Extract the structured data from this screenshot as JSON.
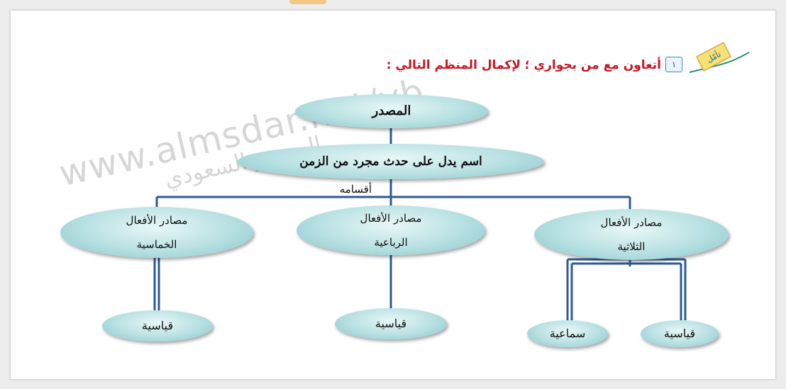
{
  "header": {
    "tag_text": "تأمّل",
    "question_number": "١",
    "instruction": "أتعاون مع من بجواري ؛ لإكمال المنظم التالي :"
  },
  "diagram": {
    "root": "المصدر",
    "definition": "اسم يدل على حدث مجرد من الزمن",
    "branch_label": "أقسامه",
    "categories": [
      {
        "line1": "مصادر الأفعال",
        "line2": "الثلاثية",
        "children": [
          "قياسية",
          "سماعية"
        ]
      },
      {
        "line1": "مصادر الأفعال",
        "line2": "الرباعية",
        "children": [
          "قياسية"
        ]
      },
      {
        "line1": "مصادر الأفعال",
        "line2": "الخماسية",
        "children": [
          "قياسية"
        ]
      }
    ],
    "node_color": "#b7e0e2",
    "line_color": "#2f5a94"
  },
  "watermark": {
    "text_en": "www.almsdar.net/vb",
    "text_ar": "المصدر السعودي"
  },
  "colors": {
    "instruction": "#c81622",
    "background": "#ffffff"
  }
}
